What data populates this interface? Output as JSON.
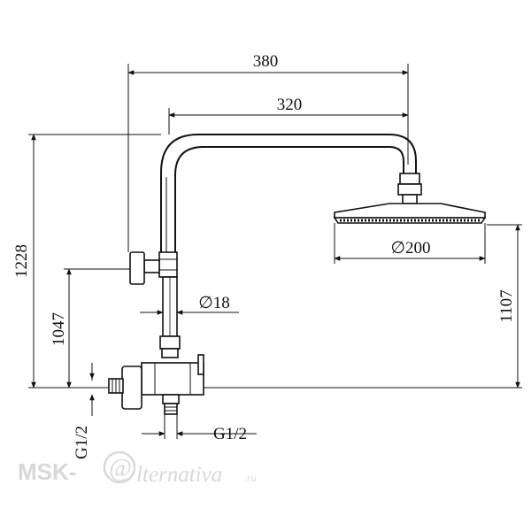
{
  "dimensions": {
    "overall_reach": "380",
    "arm_reach": "320",
    "head_diameter": "∅200",
    "pipe_diameter": "∅18",
    "total_height": "1228",
    "lower_height": "1047",
    "head_height": "1107",
    "inlet_thread_bottom": "G1/2",
    "inlet_thread_side": "G1/2"
  },
  "watermark": {
    "brand": "MSK-",
    "at_symbol": "@",
    "rest": "lternativa",
    "tld": ".ru"
  }
}
